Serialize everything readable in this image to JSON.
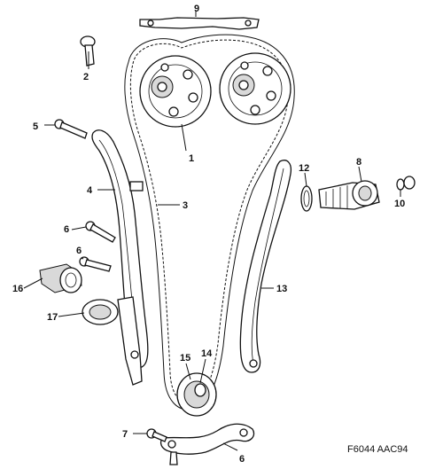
{
  "figure_code": "F6044 AAC94",
  "labels": [
    "1",
    "2",
    "3",
    "4",
    "5",
    "6",
    "6",
    "6",
    "7",
    "8",
    "9",
    "10",
    "12",
    "13",
    "14",
    "15",
    "16",
    "17"
  ]
}
